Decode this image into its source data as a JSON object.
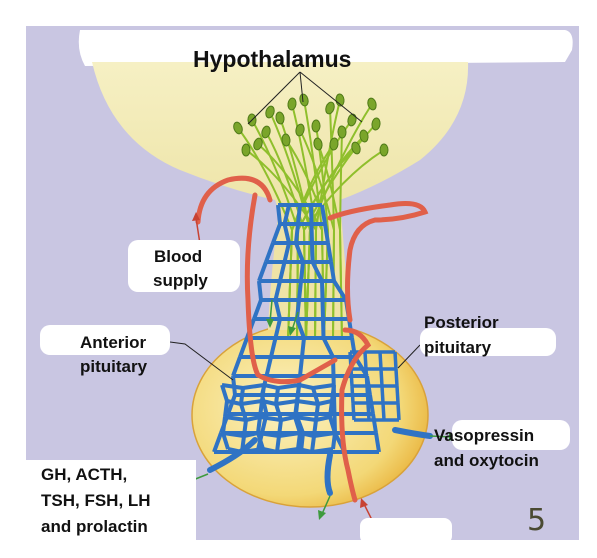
{
  "title": "Hypothalamus",
  "labels": {
    "blood_supply": [
      "Blood",
      "supply"
    ],
    "anterior": [
      "Anterior",
      "pituitary"
    ],
    "posterior": [
      "Posterior",
      "pituitary"
    ],
    "vasopressin": [
      "Vasopressin",
      "and oxytocin"
    ],
    "anterior_hormones": [
      "GH, ACTH,",
      "TSH, FSH, LH",
      "and prolactin"
    ]
  },
  "page_number": "5",
  "colors": {
    "background": "#c9c6e2",
    "hypothalamus": "#f1e9ad",
    "gland": "#f0cf63",
    "vein": "#2f73c4",
    "artery": "#e0604a",
    "axon": "#8fbf2c",
    "arrow_green": "#3d9a3d",
    "arrow_red": "#c84232"
  }
}
